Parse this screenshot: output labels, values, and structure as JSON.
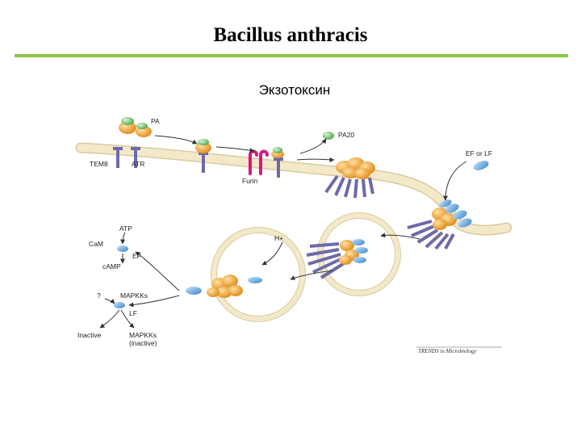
{
  "slide": {
    "title": "Bacillus anthracis",
    "subtitle": "Экзотоксин",
    "accent_rule_color": "#8cc63f"
  },
  "diagram": {
    "labels": {
      "pa": "PA",
      "pa20": "PA20",
      "tem8": "TEM8",
      "atr": "ATR",
      "furin": "Furin",
      "ef_or_lf": "EF or LF",
      "h_plus": "H+",
      "atp": "ATP",
      "cam": "CaM",
      "ef": "EF",
      "camp": "cAMP",
      "question": "?",
      "mapkks": "MAPKKs",
      "lf": "LF",
      "inactive": "Inactive",
      "mapkks_inactive": "MAPKKs",
      "inactive_paren": "(inactive)"
    },
    "credit": "TRENDS in Microbiology",
    "colors": {
      "membrane": "#f3e8c8",
      "membrane_edge": "#d9cba0",
      "receptor": "#6d6aa8",
      "furin": "#d6187f",
      "pa_orange": "#f0a030",
      "pa_green": "#7cc47a",
      "toxin_blue": "#5aa0d8",
      "arrow": "#333333"
    }
  }
}
